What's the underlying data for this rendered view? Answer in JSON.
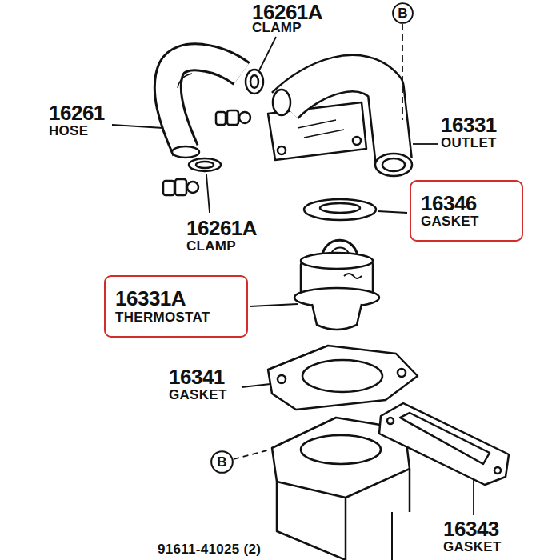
{
  "diagram": {
    "nodes": [
      {
        "text": [
          "B"
        ]
      },
      {
        "text": [
          "16346",
          "GASKET"
        ]
      },
      {
        "text": [
          "16331A",
          "THERMOSTAT"
        ]
      },
      {
        "text": [
          "B"
        ]
      }
    ],
    "labels": [
      "16261A",
      "CLAMP",
      "16261",
      "HOSE",
      "16331",
      "OUTLET",
      "16261A",
      "CLAMP",
      "16341",
      "GASKET",
      "16343",
      "GASKET",
      "91611-41025 (2)"
    ]
  }
}
